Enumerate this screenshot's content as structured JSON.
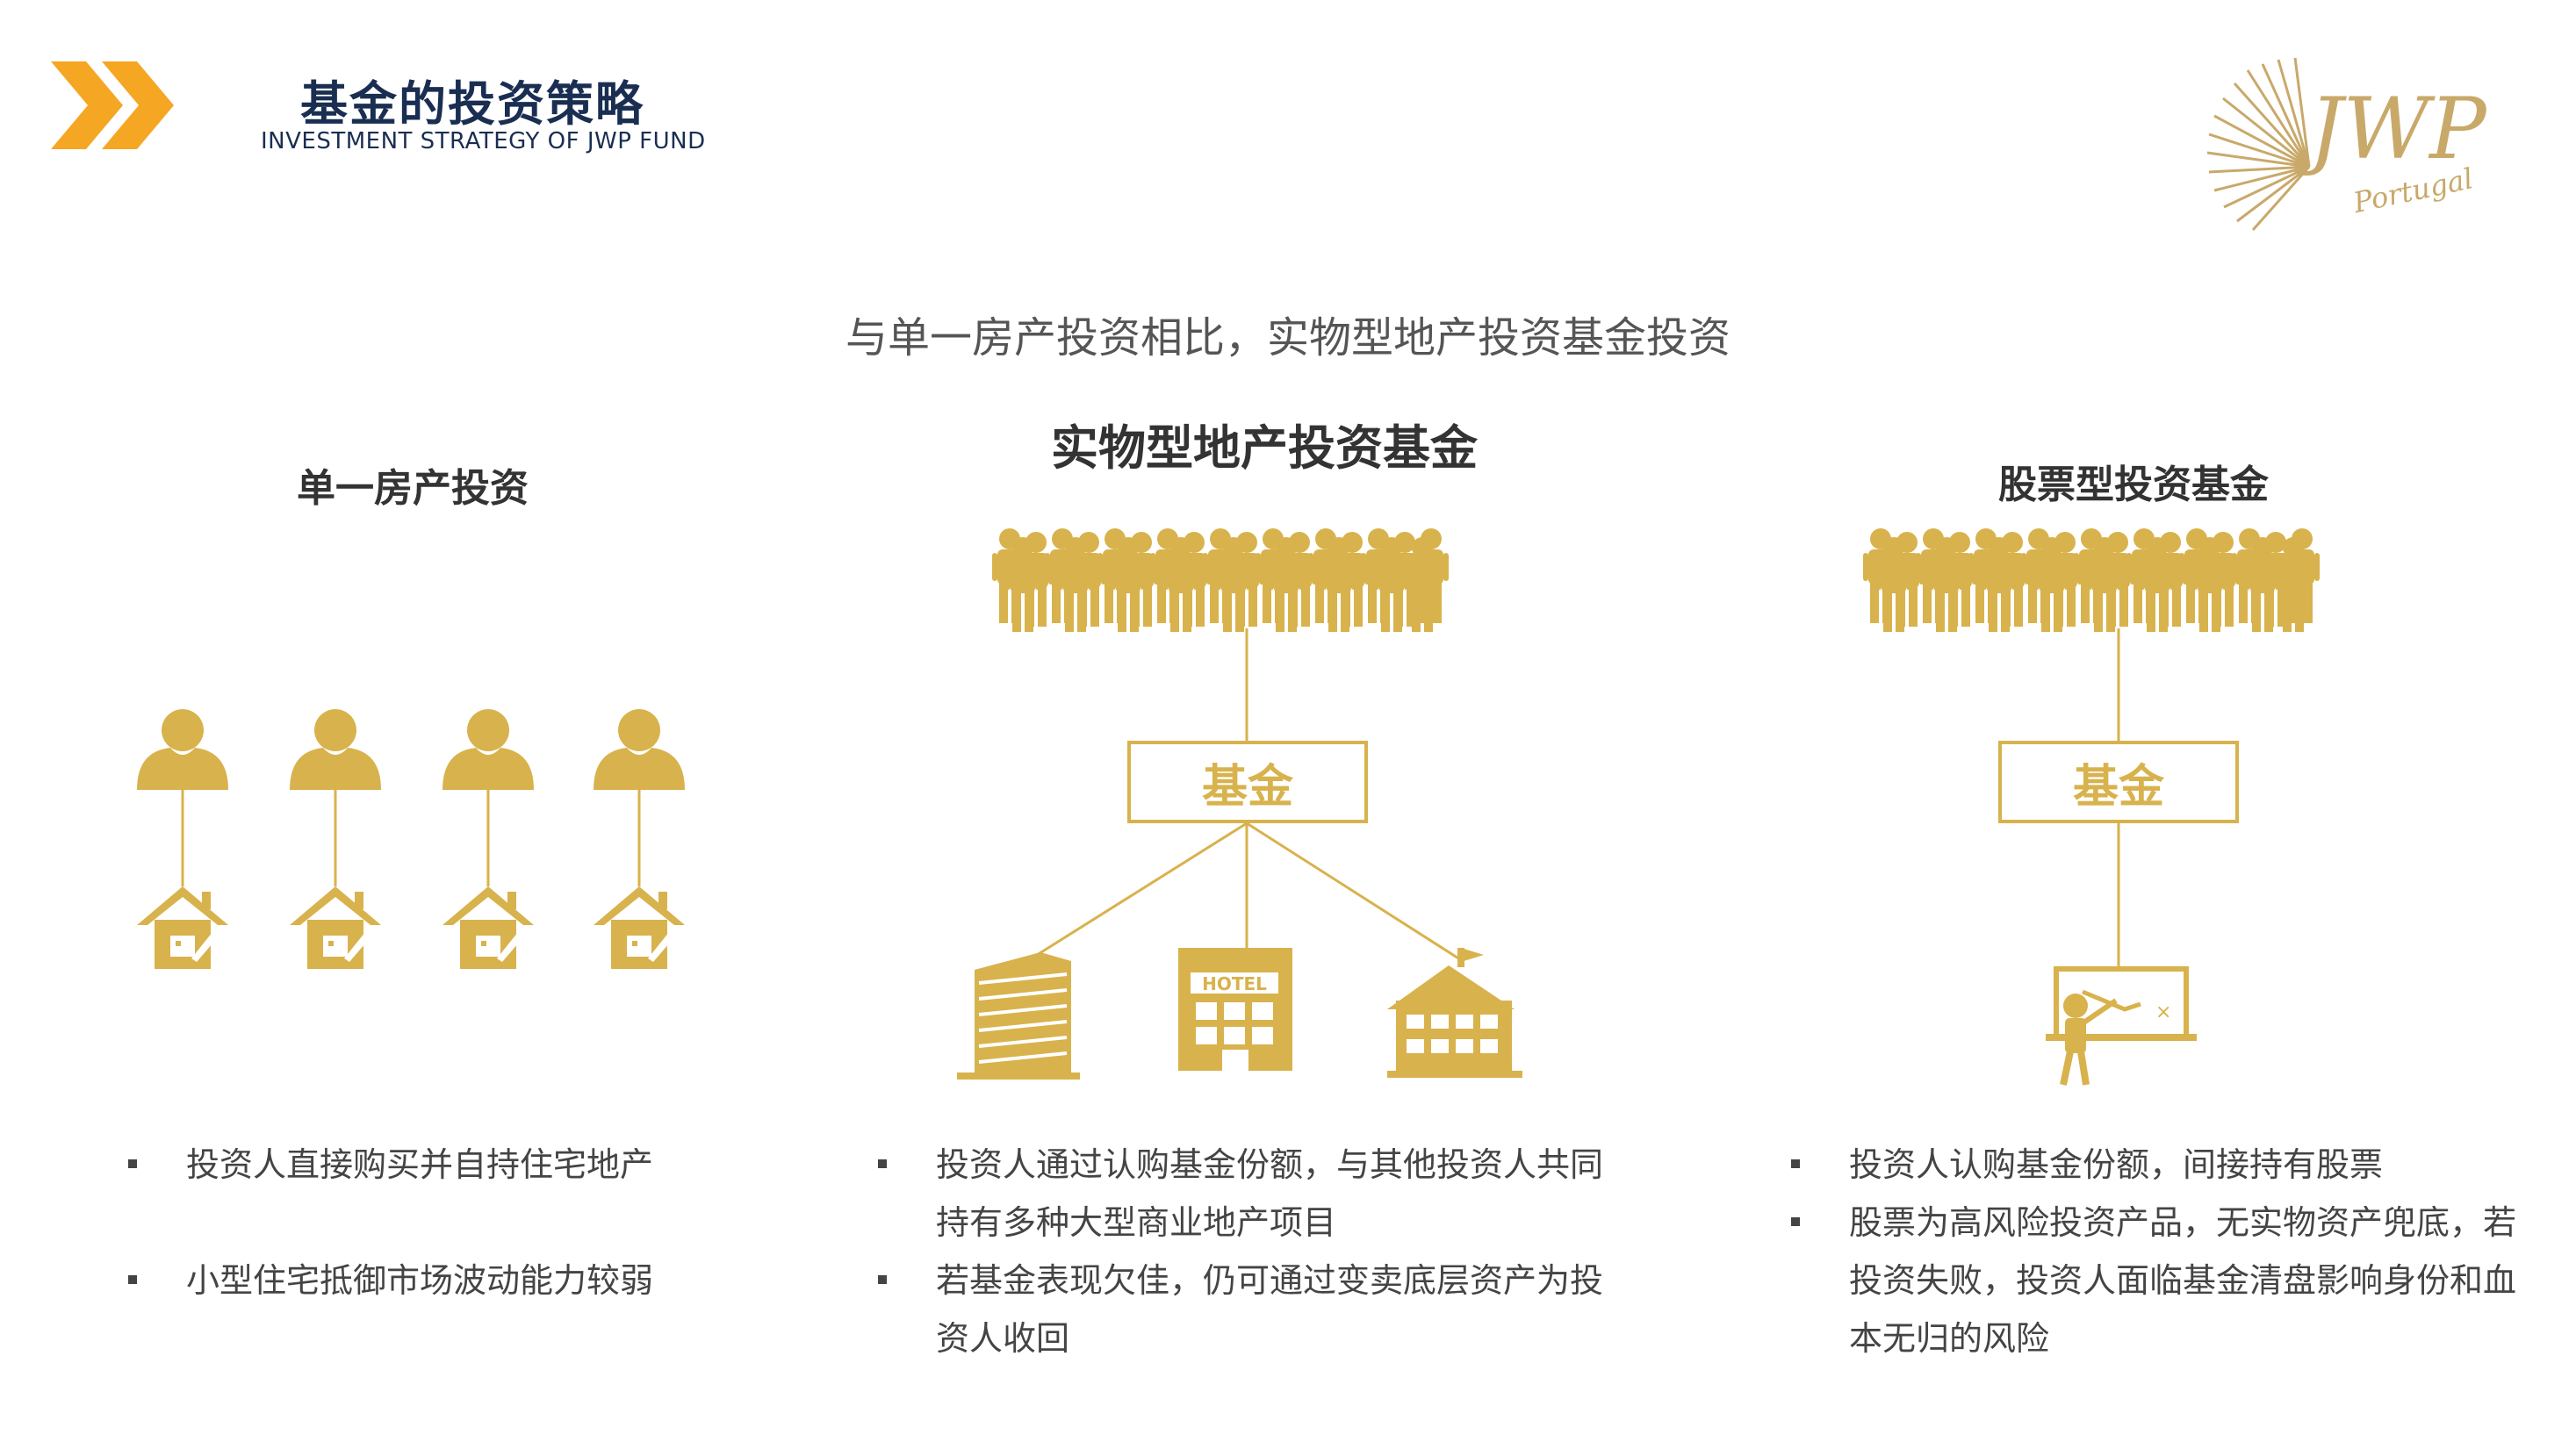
{
  "header": {
    "title": "基金的投资策略",
    "subtitle": "INVESTMENT STRATEGY OF JWP FUND",
    "chevron_color": "#f5a623",
    "title_color": "#1a2e52"
  },
  "logo": {
    "text": "JWP",
    "subtext": "Portugal",
    "color": "#c8a96a"
  },
  "intro": "与单一房产投资相比，实物型地产投资基金投资",
  "accent_color": "#d8b24c",
  "columns": {
    "single": {
      "title": "单一房产投资",
      "bullets": [
        "投资人直接购买并自持住宅地产",
        "小型住宅抵御市场波动能力较弱"
      ]
    },
    "physical": {
      "title": "实物型地产投资基金",
      "fund_label": "基金",
      "hotel_sign": "HOTEL",
      "bullets": [
        "投资人通过认购基金份额，与其他投资人共同持有多种大型商业地产项目",
        "若基金表现欠佳，仍可通过变卖底层资产为投资人收回"
      ]
    },
    "stock": {
      "title": "股票型投资基金",
      "fund_label": "基金",
      "bullets": [
        "投资人认购基金份额，间接持有股票",
        "股票为高风险投资产品，无实物资产兜底，若投资失败，投资人面临基金清盘影响身份和血本无归的风险"
      ]
    }
  }
}
